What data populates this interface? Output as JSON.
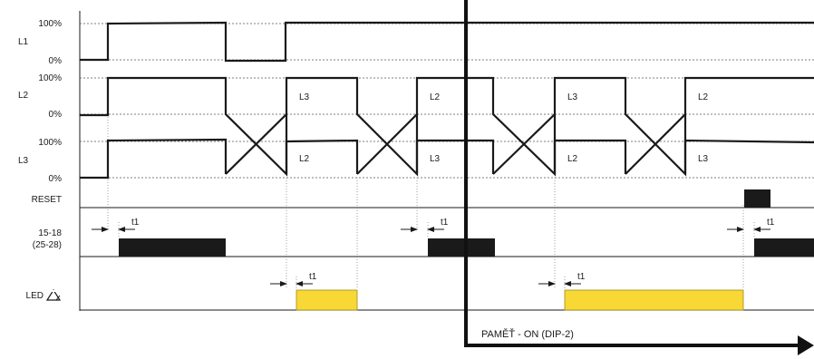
{
  "rows": {
    "l1": {
      "label": "L1",
      "high": "100%",
      "low": "0%"
    },
    "l2": {
      "label": "L2",
      "high": "100%",
      "low": "0%"
    },
    "l3": {
      "label": "L3",
      "high": "100%",
      "low": "0%"
    },
    "reset": {
      "label": "RESET"
    },
    "relay": {
      "label_line1": "15-18",
      "label_line2": "(25-28)"
    },
    "led": {
      "label": "LED"
    }
  },
  "phase_labels": {
    "l2_row": [
      "L3",
      "L2",
      "L3",
      "L2"
    ],
    "l3_row": [
      "L2",
      "L3",
      "L2",
      "L3"
    ]
  },
  "delay_label": "t1",
  "memory_label": "PAMĚŤ - ON (DIP-2)",
  "colors": {
    "line": "#1a1a1a",
    "relay_block": "#1a1a1a",
    "led_block": "#f7d835",
    "led_block_border": "#a08a1a"
  },
  "icons": {
    "led": "recycle-triangle-icon"
  }
}
